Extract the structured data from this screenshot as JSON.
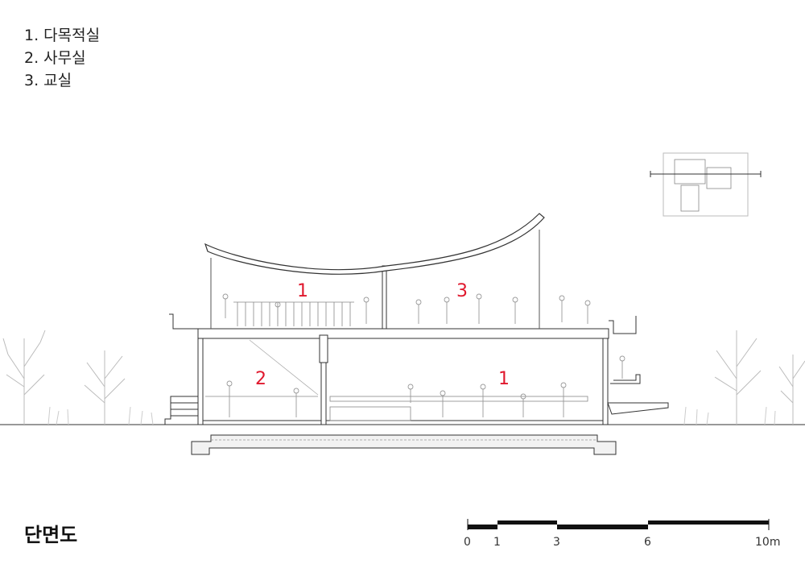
{
  "legend": [
    {
      "text": "1. 다목적실"
    },
    {
      "text": "2. 사무실"
    },
    {
      "text": "3. 교실"
    }
  ],
  "drawing_title": "단면도",
  "rooms": [
    {
      "label": "1"
    },
    {
      "label": "3"
    },
    {
      "label": "2"
    },
    {
      "label": "1"
    }
  ],
  "scale_bar": {
    "ticks": [
      "0",
      "1",
      "3",
      "6",
      "10m"
    ]
  },
  "colors": {
    "room_label": "#e0182d",
    "line": "#333333",
    "light_line": "#bbbbbb"
  }
}
